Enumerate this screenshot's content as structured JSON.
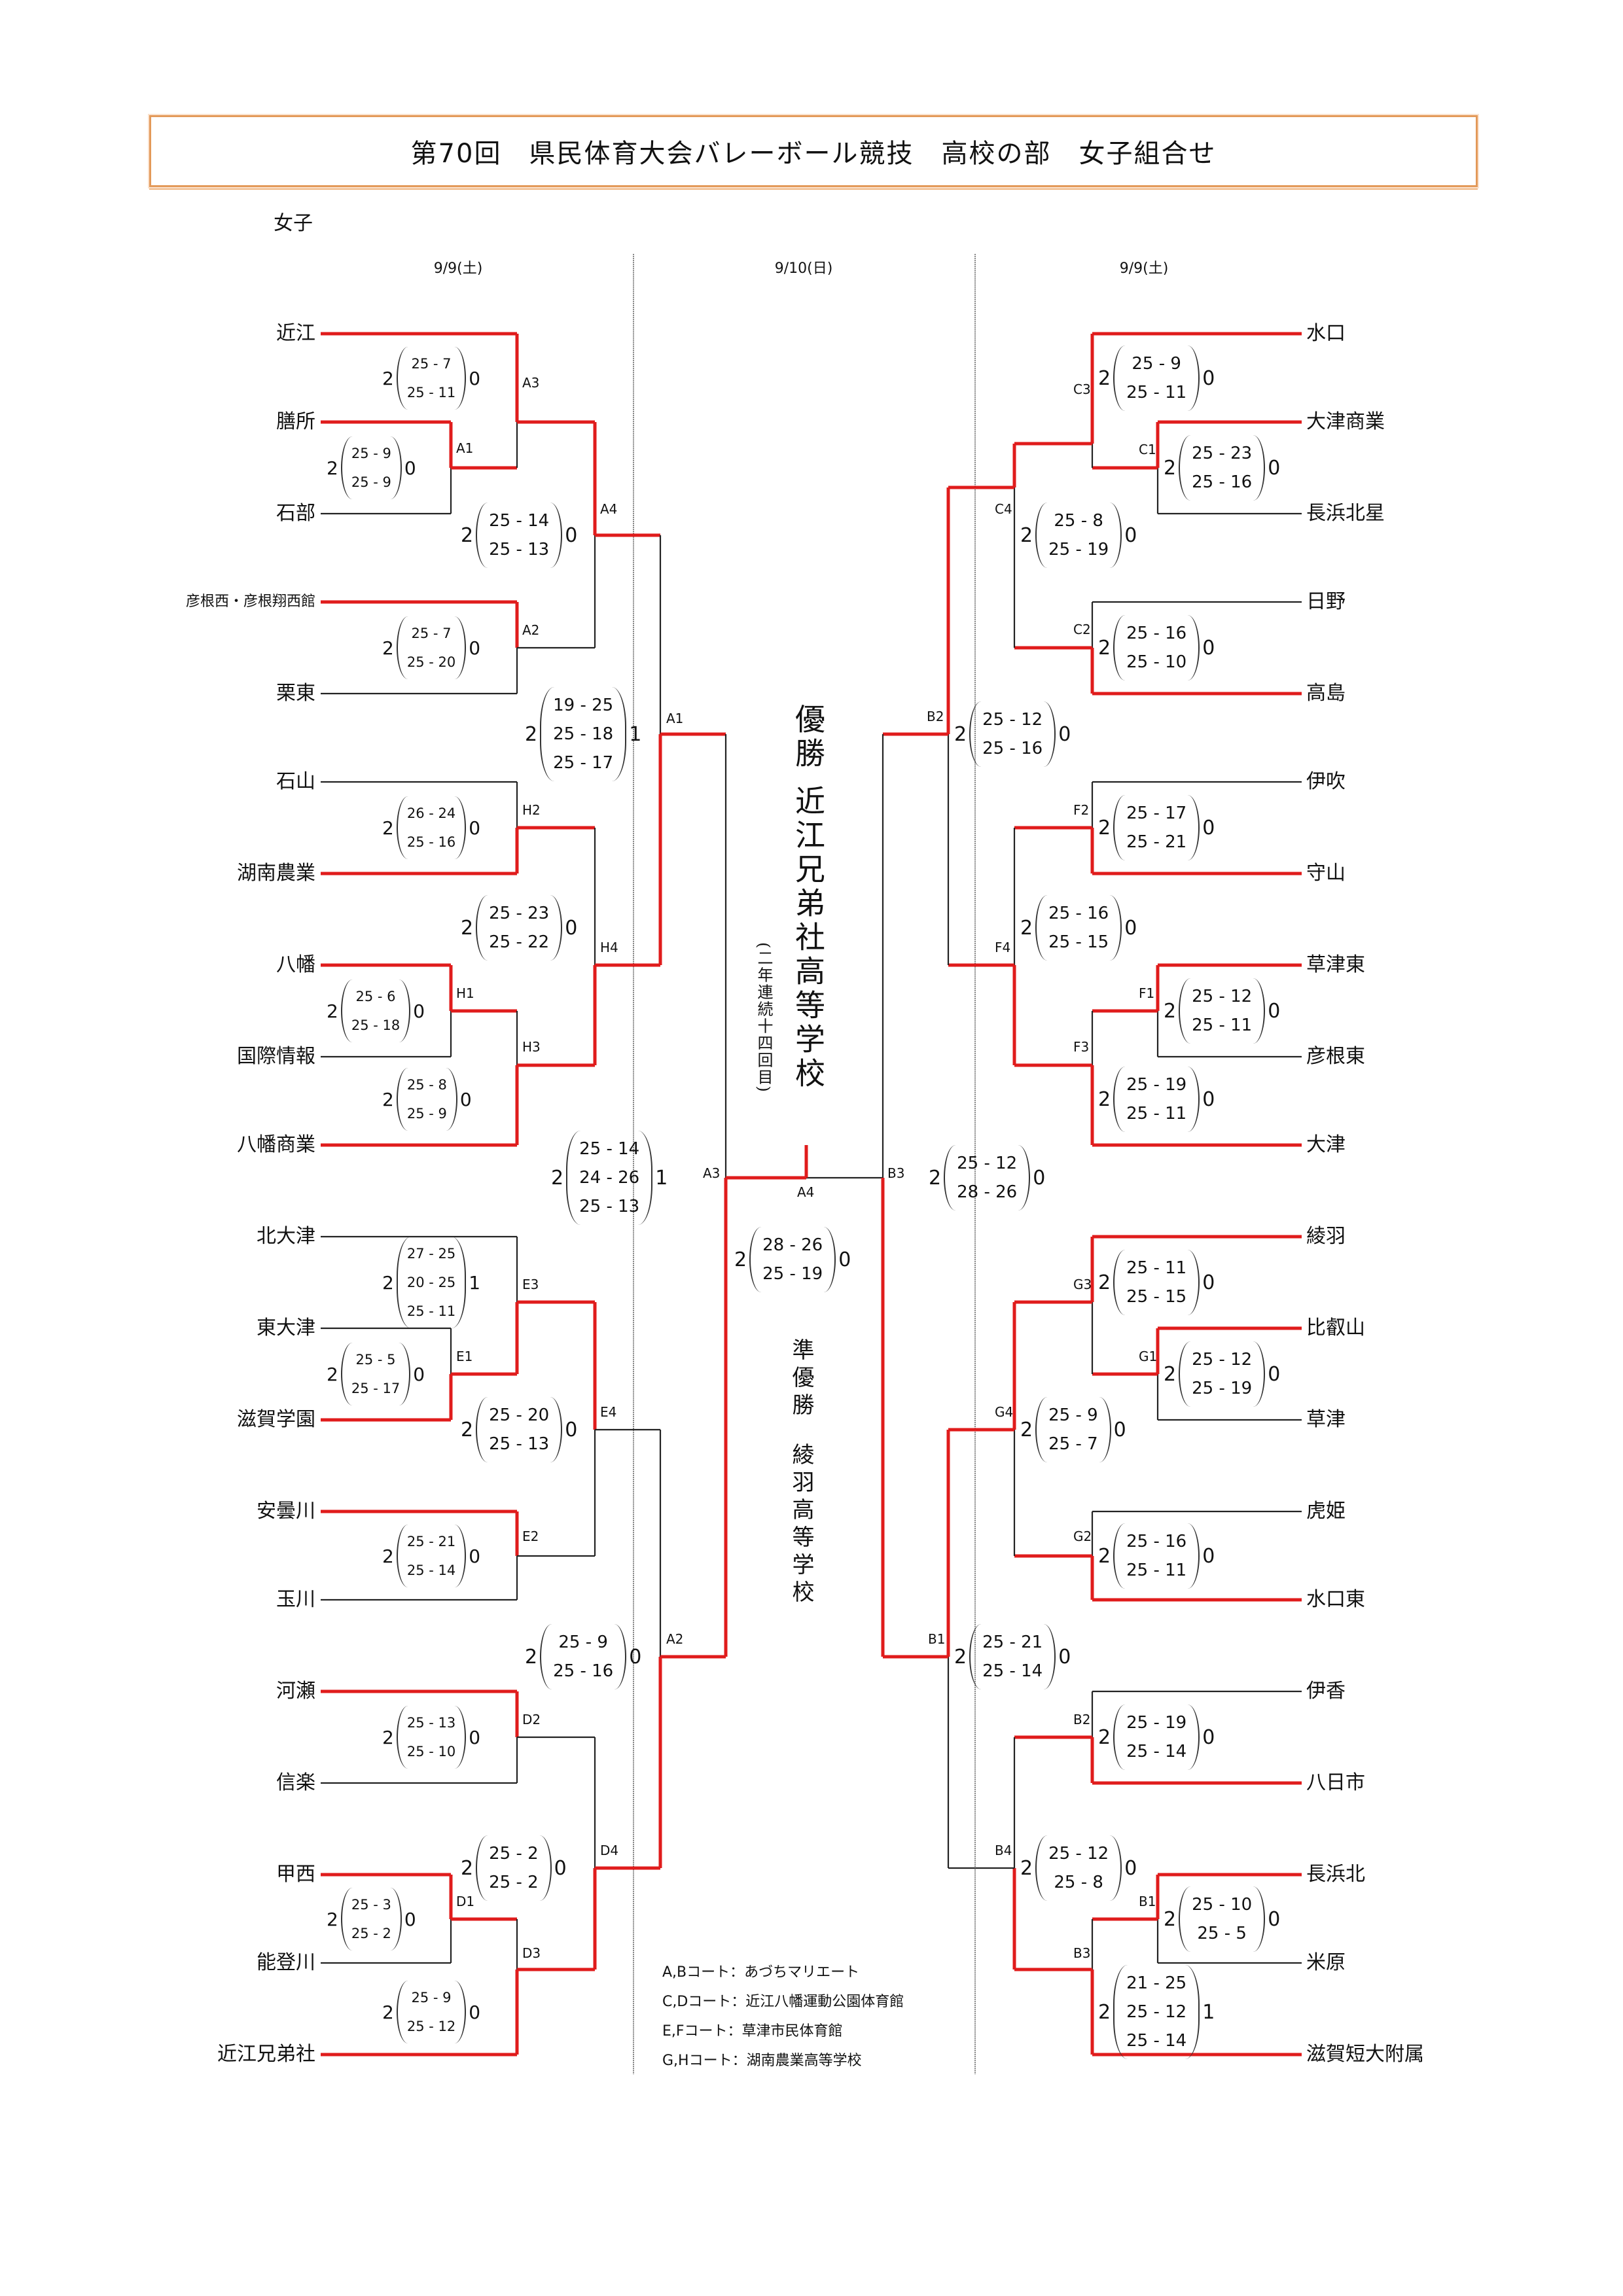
{
  "header": {
    "title": "第70回　県民体育大会バレーボール競技　高校の部　女子組合せ",
    "section": "女子",
    "dates": {
      "left": "9/9(土)",
      "center": "9/10(日)",
      "right": "9/9(土)"
    }
  },
  "colors": {
    "winner_line": "#e01c1c",
    "line": "#222222",
    "frame": "#e39a5a",
    "divider": "#888888"
  },
  "left_teams": [
    "近江",
    "膳所",
    "石部",
    "彦根西・彦根翔西館",
    "栗東",
    "石山",
    "湖南農業",
    "八幡",
    "国際情報",
    "八幡商業",
    "北大津",
    "東大津",
    "滋賀学園",
    "安曇川",
    "玉川",
    "河瀬",
    "信楽",
    "甲西",
    "能登川",
    "近江兄弟社"
  ],
  "right_teams": [
    "水口",
    "大津商業",
    "長浜北星",
    "日野",
    "高島",
    "伊吹",
    "守山",
    "草津東",
    "彦根東",
    "大津",
    "綾羽",
    "比叡山",
    "草津",
    "虎姫",
    "水口東",
    "伊香",
    "八日市",
    "長浜北",
    "米原",
    "滋賀短大附属"
  ],
  "matches": [
    {
      "code": "A1",
      "side": "L",
      "winner": "膳所",
      "loser": "石部",
      "w": "2",
      "l": "0",
      "sets": [
        "25 - 9",
        "25 - 9"
      ]
    },
    {
      "code": "A3",
      "side": "L",
      "winner": "近江",
      "loser": "膳所",
      "w": "2",
      "l": "0",
      "sets": [
        "25 - 7",
        "25 - 11"
      ]
    },
    {
      "code": "A2",
      "side": "L",
      "winner": "彦根西・彦根翔西館",
      "loser": "栗東",
      "w": "2",
      "l": "0",
      "sets": [
        "25 - 7",
        "25 - 20"
      ]
    },
    {
      "code": "A4",
      "side": "L",
      "winner": "近江",
      "loser": "彦根西・彦根翔西館",
      "w": "2",
      "l": "0",
      "sets": [
        "25 - 14",
        "25 - 13"
      ]
    },
    {
      "code": "H2",
      "side": "L",
      "winner": "湖南農業",
      "loser": "石山",
      "w": "2",
      "l": "0",
      "sets": [
        "26 - 24",
        "25 - 16"
      ]
    },
    {
      "code": "H1",
      "side": "L",
      "winner": "八幡",
      "loser": "国際情報",
      "w": "2",
      "l": "0",
      "sets": [
        "25 - 6",
        "25 - 18"
      ]
    },
    {
      "code": "H3",
      "side": "L",
      "winner": "八幡商業",
      "loser": "八幡",
      "w": "2",
      "l": "0",
      "sets": [
        "25 - 8",
        "25 - 9"
      ]
    },
    {
      "code": "H4",
      "side": "L",
      "winner": "八幡商業",
      "loser": "湖南農業",
      "w": "2",
      "l": "0",
      "sets": [
        "25 - 23",
        "25 - 22"
      ]
    },
    {
      "code": "A1",
      "side": "L",
      "round": "quarter",
      "winner": "八幡商業",
      "loser": "近江",
      "w": "2",
      "l": "1",
      "sets": [
        "19 - 25",
        "25 - 18",
        "25 - 17"
      ]
    },
    {
      "code": "E1",
      "side": "L",
      "winner": "滋賀学園",
      "loser": "東大津",
      "w": "2",
      "l": "0",
      "sets": [
        "25 - 5",
        "25 - 17"
      ]
    },
    {
      "code": "E3",
      "side": "L",
      "winner": "滋賀学園",
      "loser": "北大津",
      "w": "2",
      "l": "1",
      "sets": [
        "27 - 25",
        "20 - 25",
        "25 - 11"
      ]
    },
    {
      "code": "E2",
      "side": "L",
      "winner": "安曇川",
      "loser": "玉川",
      "w": "2",
      "l": "0",
      "sets": [
        "25 - 21",
        "25 - 14"
      ]
    },
    {
      "code": "E4",
      "side": "L",
      "winner": "滋賀学園",
      "loser": "安曇川",
      "w": "2",
      "l": "0",
      "sets": [
        "25 - 20",
        "25 - 13"
      ]
    },
    {
      "code": "D2",
      "side": "L",
      "winner": "河瀬",
      "loser": "信楽",
      "w": "2",
      "l": "0",
      "sets": [
        "25 - 13",
        "25 - 10"
      ]
    },
    {
      "code": "D1",
      "side": "L",
      "winner": "甲西",
      "loser": "能登川",
      "w": "2",
      "l": "0",
      "sets": [
        "25 - 3",
        "25 - 2"
      ]
    },
    {
      "code": "D3",
      "side": "L",
      "winner": "近江兄弟社",
      "loser": "甲西",
      "w": "2",
      "l": "0",
      "sets": [
        "25 - 9",
        "25 - 12"
      ]
    },
    {
      "code": "D4",
      "side": "L",
      "winner": "近江兄弟社",
      "loser": "河瀬",
      "w": "2",
      "l": "0",
      "sets": [
        "25 - 2",
        "25 - 2"
      ]
    },
    {
      "code": "A2",
      "side": "L",
      "round": "quarter",
      "winner": "近江兄弟社",
      "loser": "滋賀学園",
      "w": "2",
      "l": "0",
      "sets": [
        "25 - 9",
        "25 - 16"
      ]
    },
    {
      "code": "A3",
      "side": "L",
      "round": "semi",
      "winner": "近江兄弟社",
      "loser": "八幡商業",
      "w": "2",
      "l": "1",
      "sets": [
        "25 - 14",
        "24 - 26",
        "25 - 13"
      ]
    },
    {
      "code": "A4",
      "side": "C",
      "round": "final",
      "winner": "近江兄弟社",
      "loser": "綾羽",
      "w": "2",
      "l": "0",
      "sets": [
        "28 - 26",
        "25 - 19"
      ]
    },
    {
      "code": "C3",
      "side": "R",
      "winner": "水口",
      "loser": "大津商業",
      "w": "2",
      "l": "0",
      "sets": [
        "25 - 9",
        "25 - 11"
      ]
    },
    {
      "code": "C1",
      "side": "R",
      "winner": "大津商業",
      "loser": "長浜北星",
      "w": "2",
      "l": "0",
      "sets": [
        "25 - 23",
        "25 - 16"
      ]
    },
    {
      "code": "C4",
      "side": "R",
      "winner": "水口",
      "loser": "高島",
      "w": "2",
      "l": "0",
      "sets": [
        "25 - 8",
        "25 - 19"
      ]
    },
    {
      "code": "C2",
      "side": "R",
      "winner": "高島",
      "loser": "日野",
      "w": "2",
      "l": "0",
      "sets": [
        "25 - 16",
        "25 - 10"
      ]
    },
    {
      "code": "B2",
      "side": "R",
      "round": "quarter",
      "winner": "水口",
      "loser": "大津",
      "w": "2",
      "l": "0",
      "sets": [
        "25 - 12",
        "25 - 16"
      ]
    },
    {
      "code": "F2",
      "side": "R",
      "winner": "守山",
      "loser": "伊吹",
      "w": "2",
      "l": "0",
      "sets": [
        "25 - 17",
        "25 - 21"
      ]
    },
    {
      "code": "F4",
      "side": "R",
      "winner": "大津",
      "loser": "守山",
      "w": "2",
      "l": "0",
      "sets": [
        "25 - 16",
        "25 - 15"
      ]
    },
    {
      "code": "F1",
      "side": "R",
      "winner": "草津東",
      "loser": "彦根東",
      "w": "2",
      "l": "0",
      "sets": [
        "25 - 12",
        "25 - 11"
      ]
    },
    {
      "code": "F3",
      "side": "R",
      "winner": "大津",
      "loser": "草津東",
      "w": "2",
      "l": "0",
      "sets": [
        "25 - 19",
        "25 - 11"
      ]
    },
    {
      "code": "B3",
      "side": "R",
      "round": "semi",
      "winner": "綾羽",
      "loser": "水口",
      "w": "2",
      "l": "0",
      "sets": [
        "25 - 12",
        "28 - 26"
      ]
    },
    {
      "code": "G3",
      "side": "R",
      "winner": "綾羽",
      "loser": "比叡山",
      "w": "2",
      "l": "0",
      "sets": [
        "25 - 11",
        "25 - 15"
      ]
    },
    {
      "code": "G1",
      "side": "R",
      "winner": "比叡山",
      "loser": "草津",
      "w": "2",
      "l": "0",
      "sets": [
        "25 - 12",
        "25 - 19"
      ]
    },
    {
      "code": "G4",
      "side": "R",
      "winner": "綾羽",
      "loser": "水口東",
      "w": "2",
      "l": "0",
      "sets": [
        "25 - 9",
        "25 - 7"
      ]
    },
    {
      "code": "G2",
      "side": "R",
      "winner": "水口東",
      "loser": "虎姫",
      "w": "2",
      "l": "0",
      "sets": [
        "25 - 16",
        "25 - 11"
      ]
    },
    {
      "code": "B1",
      "side": "R",
      "round": "quarter",
      "winner": "綾羽",
      "loser": "長浜北",
      "w": "2",
      "l": "0",
      "sets": [
        "25 - 21",
        "25 - 14"
      ]
    },
    {
      "code": "B2",
      "side": "R",
      "winner": "八日市",
      "loser": "伊香",
      "w": "2",
      "l": "0",
      "sets": [
        "25 - 19",
        "25 - 14"
      ]
    },
    {
      "code": "B4",
      "side": "R",
      "winner": "長浜北",
      "loser": "八日市",
      "w": "2",
      "l": "0",
      "sets": [
        "25 - 12",
        "25 - 8"
      ]
    },
    {
      "code": "B1",
      "side": "R",
      "winner": "長浜北",
      "loser": "米原",
      "w": "2",
      "l": "0",
      "sets": [
        "25 - 10",
        "25 - 5"
      ]
    },
    {
      "code": "B3",
      "side": "R",
      "winner": "長浜北",
      "loser": "滋賀短大附属",
      "w": "2",
      "l": "1",
      "sets": [
        "21 - 25",
        "25 - 12",
        "25 - 14"
      ]
    }
  ],
  "result": {
    "champion_label": "優勝",
    "champion": "近江兄弟社高等学校",
    "champion_note": "(二年連続十四回目)",
    "runner_up_label": "準優勝",
    "runner_up": "綾羽高等学校"
  },
  "courts": [
    "A,Bコート：あづちマリエート",
    "C,Dコート：近江八幡運動公園体育館",
    "E,Fコート：草津市民体育館",
    "G,Hコート：湖南農業高等学校"
  ]
}
